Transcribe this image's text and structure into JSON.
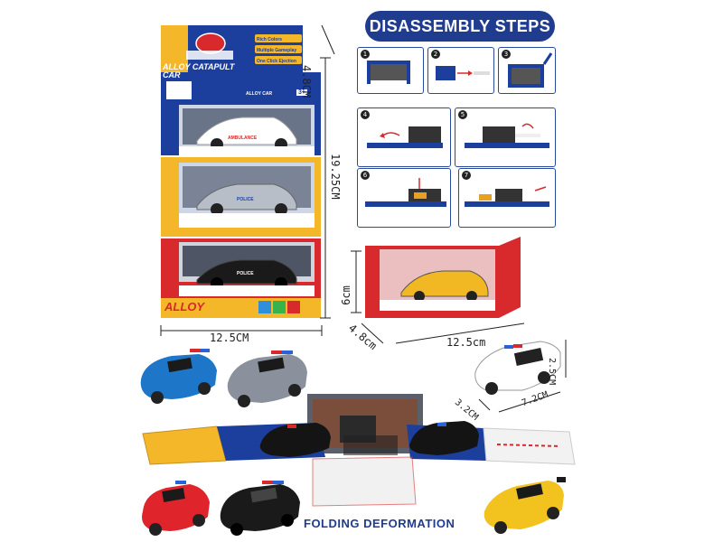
{
  "package": {
    "features": [
      "Rich Colors",
      "Multiple Gameplay",
      "One Click Ejection"
    ],
    "title_lines": [
      "ALLOY CATAPULT",
      "CAR"
    ],
    "banner": "ALLOY",
    "subtitle": "ALLOY CAR",
    "age": "3+",
    "decals": [
      "AMBULANCE",
      "POLICE",
      "POLICE"
    ]
  },
  "dimensions": {
    "box_depth": "4.8CM",
    "box_height": "19.25CM",
    "box_width": "12.5CM",
    "container_height": "6cm",
    "container_depth": "4.8cm",
    "container_width": "12.5cm",
    "car_height": "2.5CM",
    "car_width": "3.2CM",
    "car_length": "7.2CM"
  },
  "disassembly": {
    "title": "DISASSEMBLY STEPS",
    "steps": [
      "1",
      "2",
      "3",
      "4",
      "5",
      "6",
      "7"
    ]
  },
  "folding": {
    "title": "FOLDING DEFORMATION"
  },
  "colors": {
    "brand_blue": "#1f3c8f",
    "box_blue": "#1c3f9e",
    "box_yellow": "#f5b72a",
    "box_red": "#d8292c"
  }
}
